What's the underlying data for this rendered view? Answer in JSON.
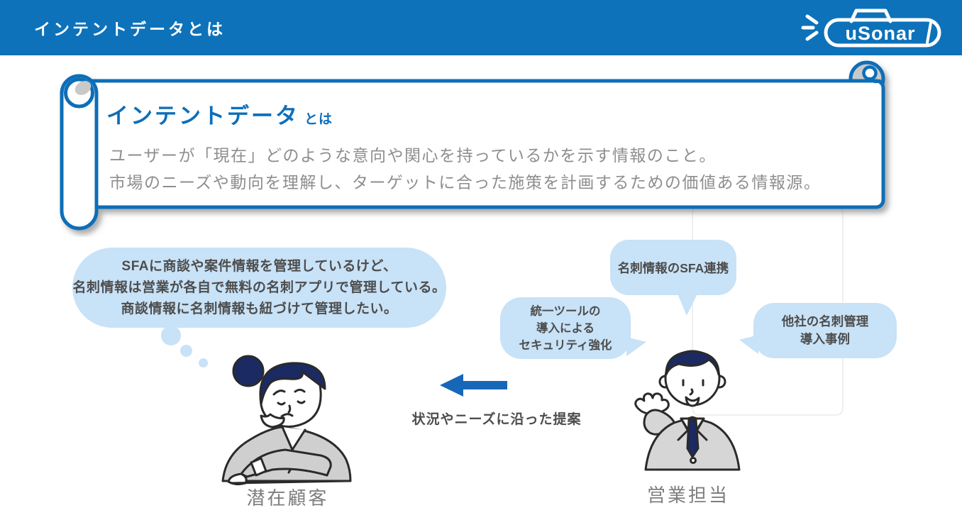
{
  "header": {
    "title": "インテントデータとは",
    "logo_text": "uSonar"
  },
  "banner": {
    "title_main": "インテントデータ",
    "title_suffix": "とは",
    "body_line1": "ユーザーが「現在」どのような意向や関心を持っているかを示す情報のこと。",
    "body_line2": "市場のニーズや動向を理解し、ターゲットに合った施策を計画するための価値ある情報源。"
  },
  "customer": {
    "thought_line1": "SFAに商談や案件情報を管理しているけど、",
    "thought_line2": "名刺情報は営業が各自で無料の名刺アプリで管理している。",
    "thought_line3": "商談情報に名刺情報も紐づけて管理したい。",
    "label": "潜在顧客"
  },
  "sales": {
    "bubble_sfa": "名刺情報のSFA連携",
    "bubble_tool_line1": "統一ツールの",
    "bubble_tool_line2": "導入による",
    "bubble_tool_line3": "セキュリティ強化",
    "bubble_case_line1": "他社の名刺管理",
    "bubble_case_line2": "導入事例",
    "label": "営業担当"
  },
  "proposal": {
    "arrow_label": "状況やニーズに沿った提案"
  },
  "colors": {
    "header_blue": "#0d72b9",
    "accent_blue": "#0e6eb8",
    "bubble_blue": "#c8e2f7",
    "navy": "#1b2a63",
    "body_gray": "#8e8e8e",
    "dark_text": "#4d4d4d",
    "label_gray": "#7d7d7d"
  }
}
